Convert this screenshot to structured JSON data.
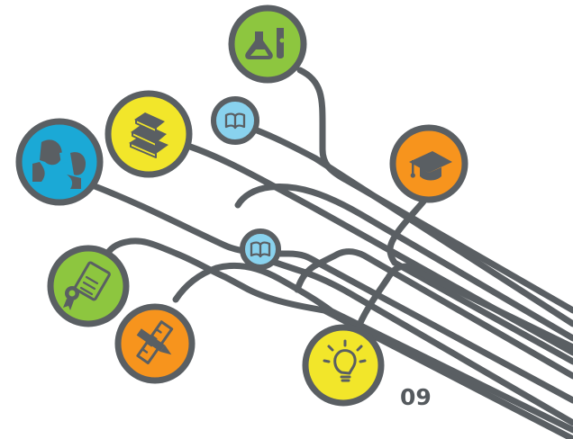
{
  "page": {
    "number": "09"
  },
  "palette": {
    "line": "#5a5f63",
    "green": "#8dc63f",
    "yellow": "#f2e62a",
    "blue": "#1ba9d6",
    "orange": "#f7941d",
    "light_blue": "#89d2ee",
    "icon": "#5a5f63"
  },
  "nodes": [
    {
      "id": "science",
      "icon": "flask-icon",
      "color": "green"
    },
    {
      "id": "reading-top",
      "icon": "book-icon",
      "color": "light_blue"
    },
    {
      "id": "library",
      "icon": "books-stack-icon",
      "color": "yellow"
    },
    {
      "id": "discussion",
      "icon": "people-talking-icon",
      "color": "blue"
    },
    {
      "id": "graduation",
      "icon": "graduation-cap-icon",
      "color": "orange"
    },
    {
      "id": "reading-mid",
      "icon": "book-icon",
      "color": "light_blue"
    },
    {
      "id": "certificate",
      "icon": "certificate-icon",
      "color": "green"
    },
    {
      "id": "drafting",
      "icon": "pencil-ruler-icon",
      "color": "orange"
    },
    {
      "id": "idea",
      "icon": "lightbulb-icon",
      "color": "yellow"
    }
  ]
}
